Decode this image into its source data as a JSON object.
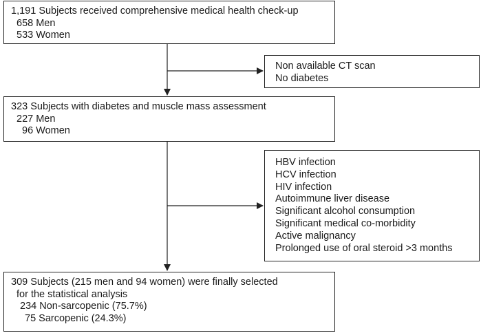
{
  "box1": {
    "title": "1,191 Subjects received comprehensive medical health check-up",
    "men": "658 Men",
    "women": "533 Women"
  },
  "exclusion1": {
    "items": [
      "Non available CT scan",
      "No diabetes"
    ]
  },
  "box2": {
    "title": "323 Subjects with diabetes and muscle mass assessment",
    "men": "227 Men",
    "women": "96 Women"
  },
  "exclusion2": {
    "items": [
      "HBV infection",
      "HCV infection",
      "HIV infection",
      "Autoimmune liver disease",
      "Significant alcohol consumption",
      "Significant medical co-morbidity",
      "Active malignancy",
      "Prolonged use of oral steroid >3 months"
    ]
  },
  "box3": {
    "title_line1": "309 Subjects (215 men and 94 women) were finally selected",
    "title_line2": "for the statistical analysis",
    "non_sarcopenic": "234 Non-sarcopenic (75.7%)",
    "sarcopenic": "75 Sarcopenic (24.3%)"
  }
}
